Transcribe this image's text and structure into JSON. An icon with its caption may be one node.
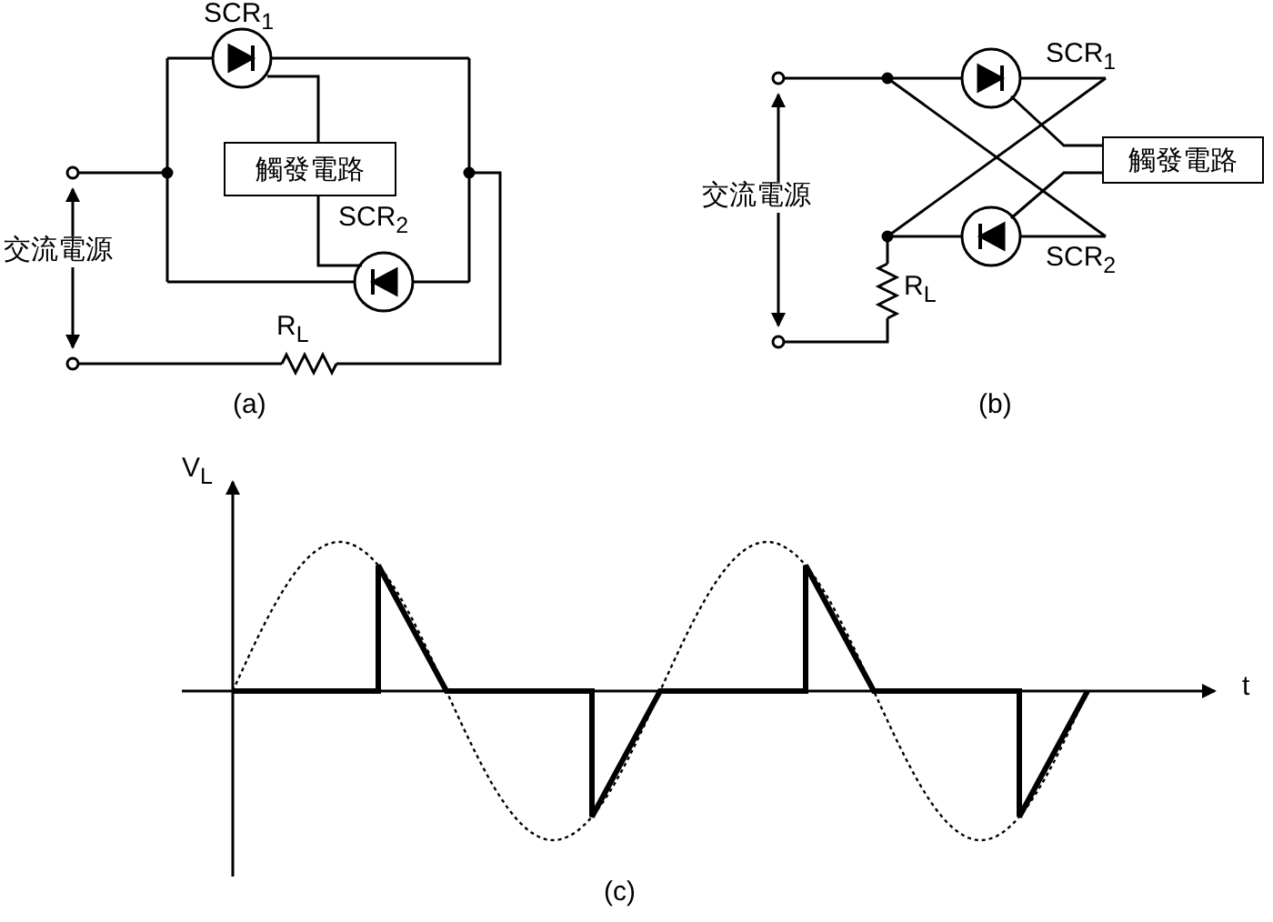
{
  "diagram": {
    "nodes": [
      {
        "text": [
          "觸發電路"
        ]
      },
      {
        "text": [
          "觸發電路"
        ]
      }
    ],
    "labels": [
      "SCR$_{1}$",
      "SCR$_{2}$",
      "交流電源",
      "R$_{L}$",
      "(a)",
      "SCR$_{1}$",
      "交流電源",
      "SCR$_{2}$",
      "R$_{L}$",
      "(b)",
      "V$_{L}$",
      "t",
      "(c)"
    ]
  }
}
